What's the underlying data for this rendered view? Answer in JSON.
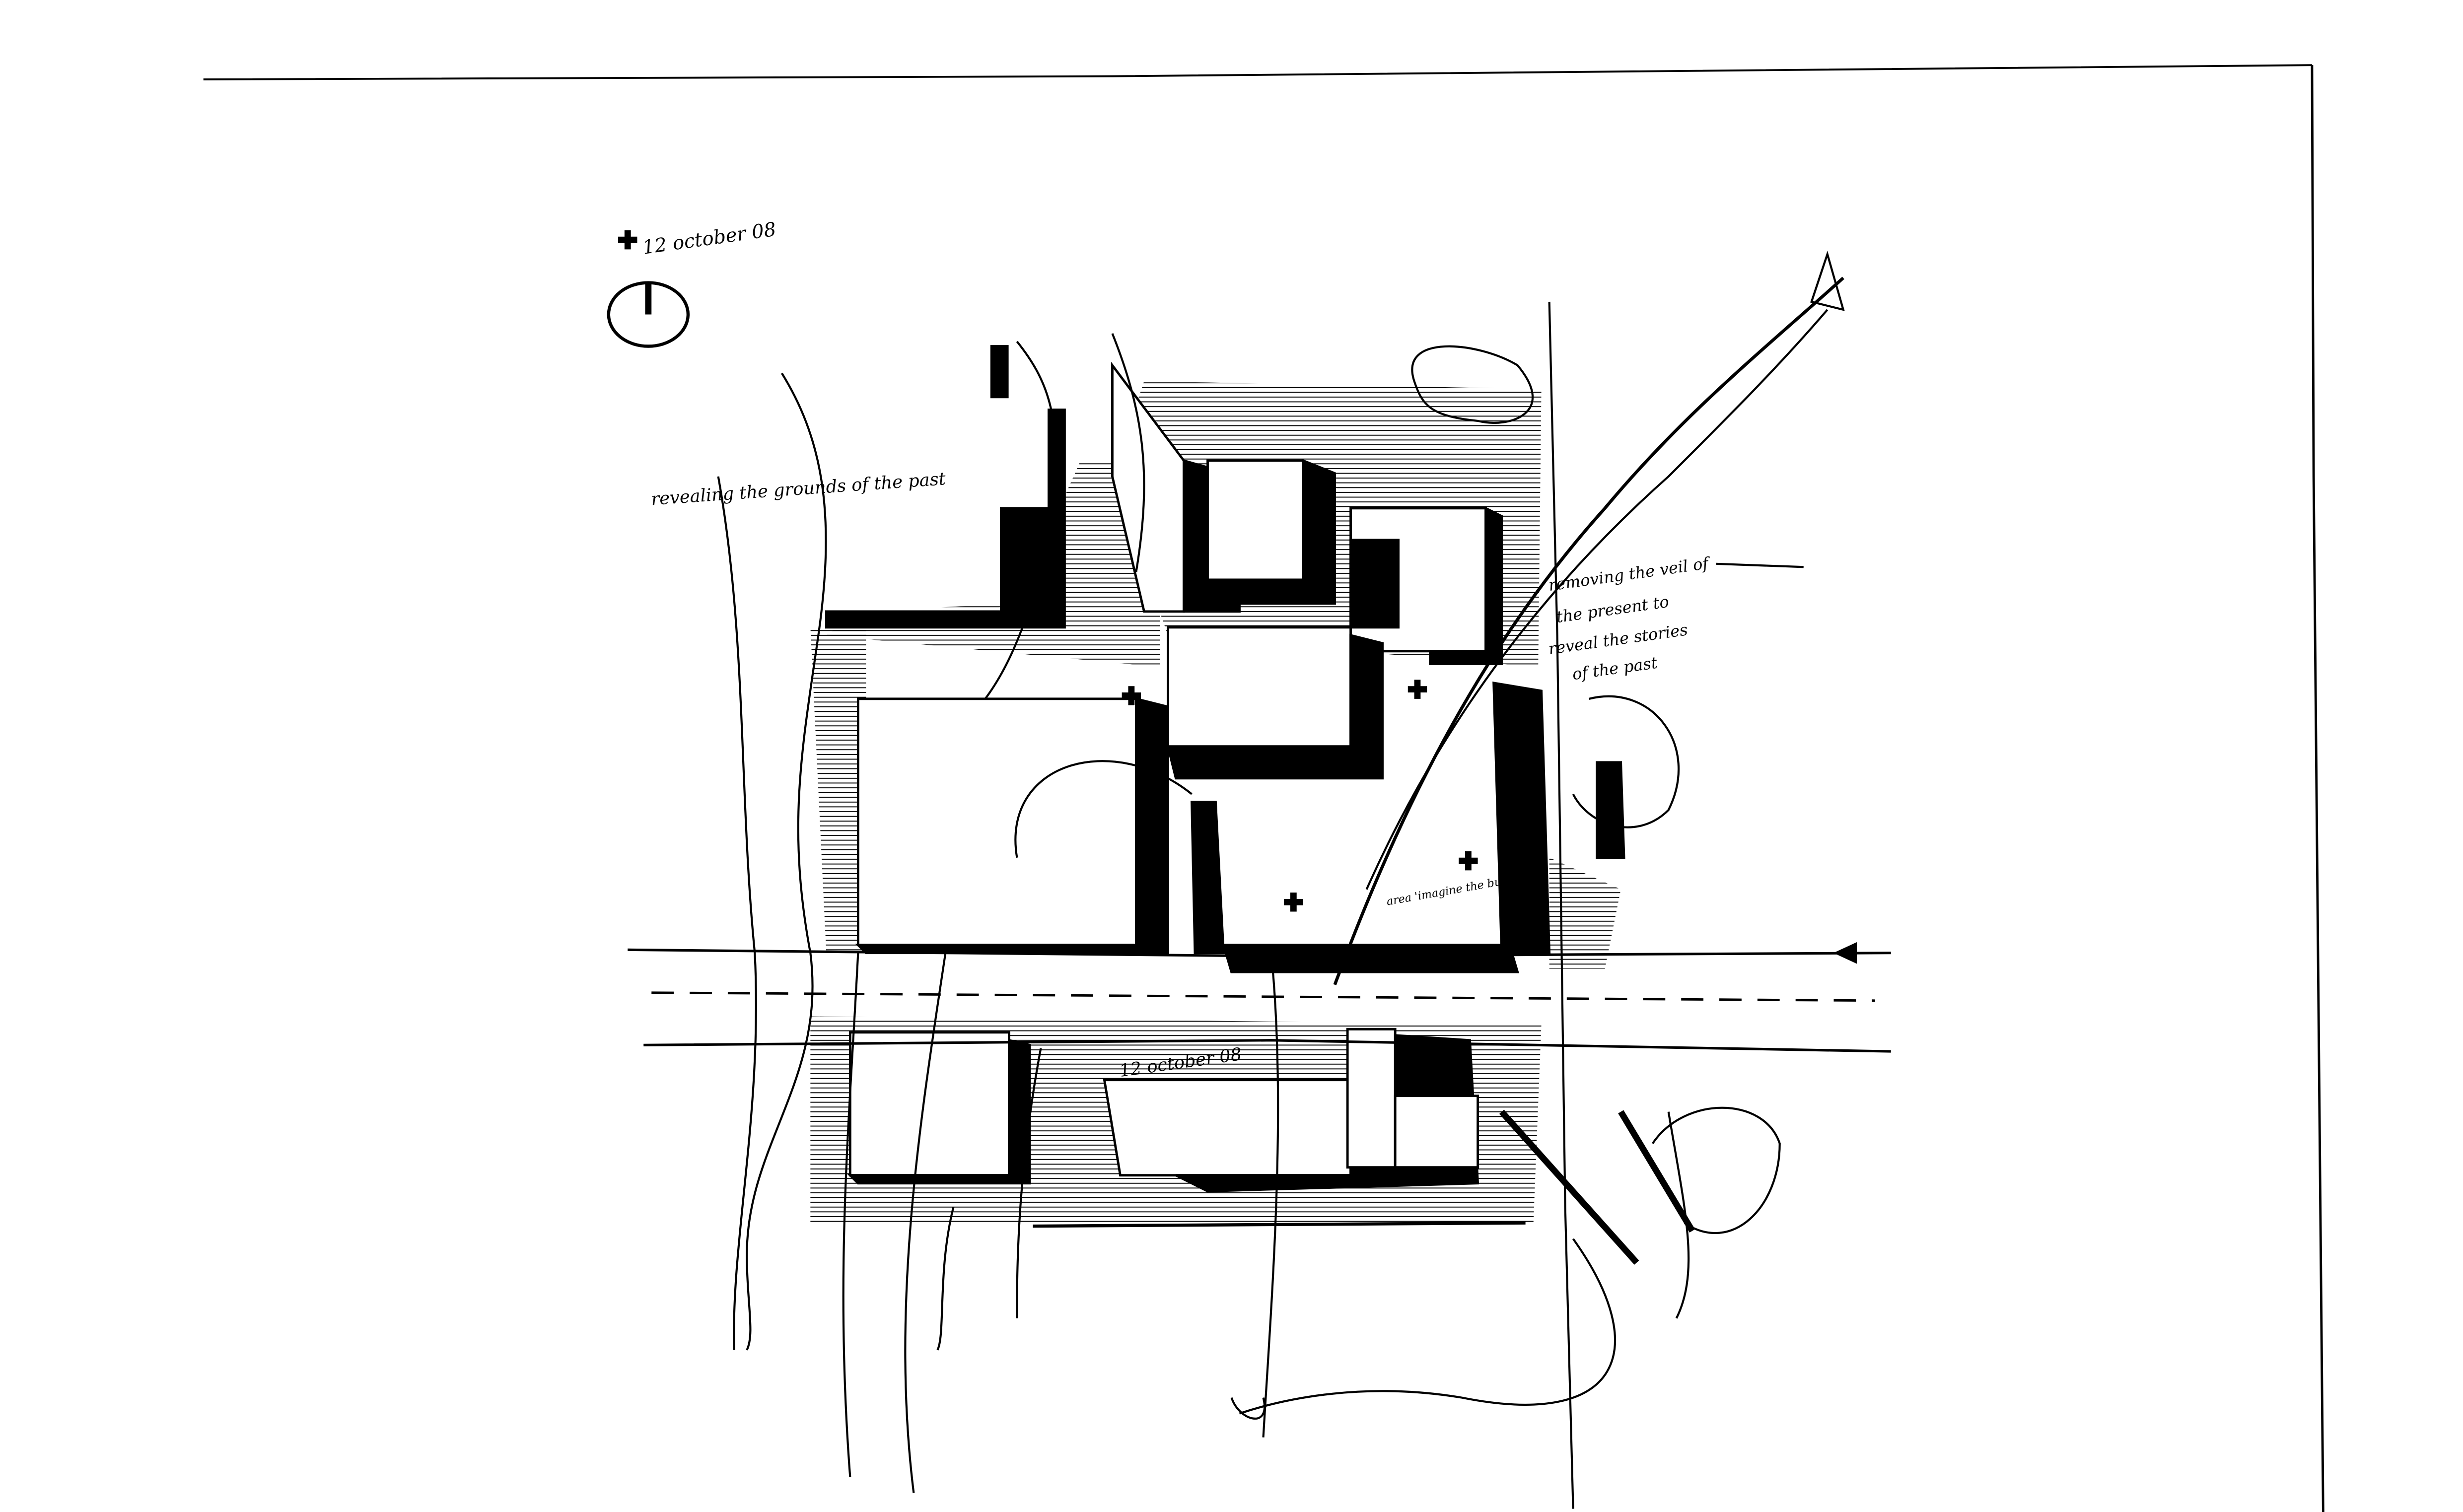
{
  "drawing": {
    "ink_color": "#000000",
    "paper_color": "#ffffff",
    "annotations": {
      "date_top": "12 october 08",
      "date_bottom": "12 october 08",
      "left_note": "revealing the grounds of the past",
      "right_note_lines": [
        "removing the veil of",
        "the present to",
        "reveal the stories",
        "of the past"
      ],
      "center_note": "area 'imagine the building'"
    },
    "symbols": [
      "north-arrow-icon",
      "cross-marker-icon"
    ]
  }
}
